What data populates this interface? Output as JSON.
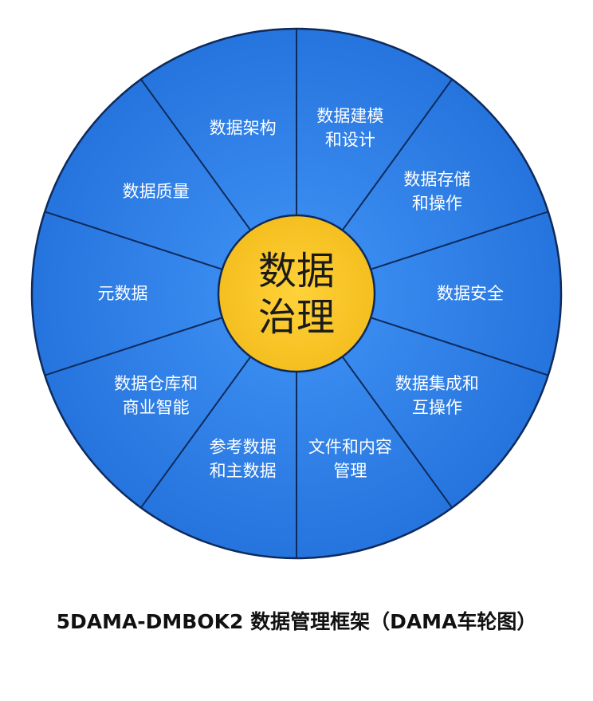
{
  "center": {
    "lines": [
      "数据",
      "治理"
    ],
    "color": "#F6C324"
  },
  "segments": [
    {
      "lines": [
        "数据架构"
      ]
    },
    {
      "lines": [
        "数据建模",
        "和设计"
      ]
    },
    {
      "lines": [
        "数据存储",
        "和操作"
      ]
    },
    {
      "lines": [
        "数据安全"
      ]
    },
    {
      "lines": [
        "数据集成和",
        "互操作"
      ]
    },
    {
      "lines": [
        "文件和内容",
        "管理"
      ]
    },
    {
      "lines": [
        "参考数据",
        "和主数据"
      ]
    },
    {
      "lines": [
        "数据仓库和",
        "商业智能"
      ]
    },
    {
      "lines": [
        "元数据"
      ]
    },
    {
      "lines": [
        "数据质量"
      ]
    }
  ],
  "colors": {
    "segment_fill": "#2B7BE0",
    "segment_light": "#4D9CF6",
    "divider": "#0E2A5A"
  },
  "caption": "5DAMA-DMBOK2 数据管理框架（DAMA车轮图）"
}
